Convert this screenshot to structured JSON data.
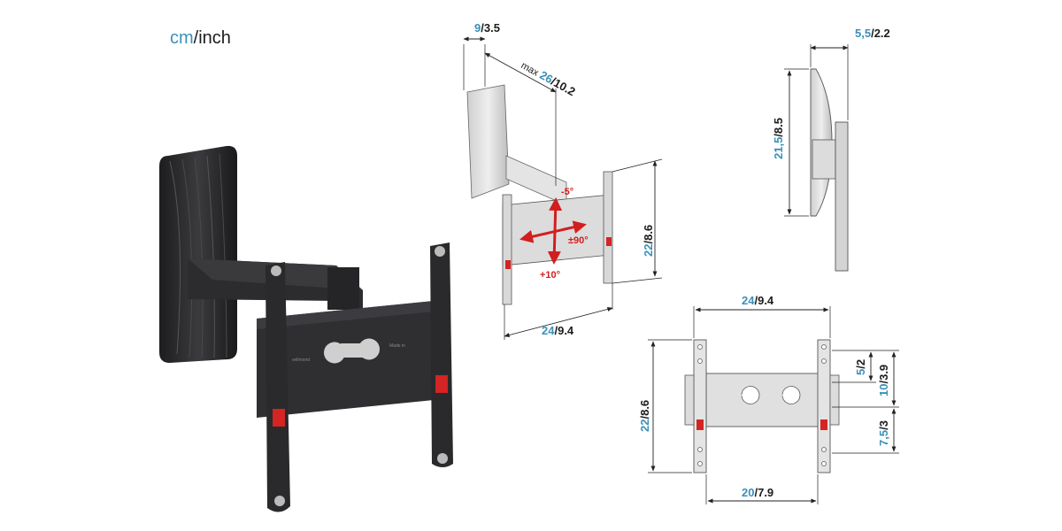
{
  "units": {
    "cm": "cm",
    "sep": "/",
    "inch": "inch"
  },
  "dims": {
    "depth_min": {
      "cm": "9",
      "in": "3.5"
    },
    "depth_max": {
      "prefix": "max ",
      "cm": "26",
      "in": "10.2"
    },
    "side_thickness": {
      "cm": "5,5",
      "in": "2.2"
    },
    "side_height": {
      "cm": "21,5",
      "in": "8.5"
    },
    "persp_height": {
      "cm": "22",
      "in": "8.6"
    },
    "persp_width": {
      "cm": "24",
      "in": "9.4"
    },
    "front_width": {
      "cm": "24",
      "in": "9.4"
    },
    "front_height": {
      "cm": "22",
      "in": "8.6"
    },
    "front_hole_a": {
      "cm": "5",
      "in": "2"
    },
    "front_hole_b": {
      "cm": "10",
      "in": "3.9"
    },
    "front_hole_c": {
      "cm": "7,5",
      "in": "3"
    },
    "front_base": {
      "cm": "20",
      "in": "7.9"
    }
  },
  "angles": {
    "up": "-5°",
    "down": "+10°",
    "swivel": "±90°"
  },
  "product_text": {
    "plate_label": "Made in",
    "brand": "vellmond"
  },
  "colors": {
    "accent_cm": "#3a90b8",
    "angle_red": "#d21e1e",
    "mount_dark": "#2a2a2c"
  }
}
